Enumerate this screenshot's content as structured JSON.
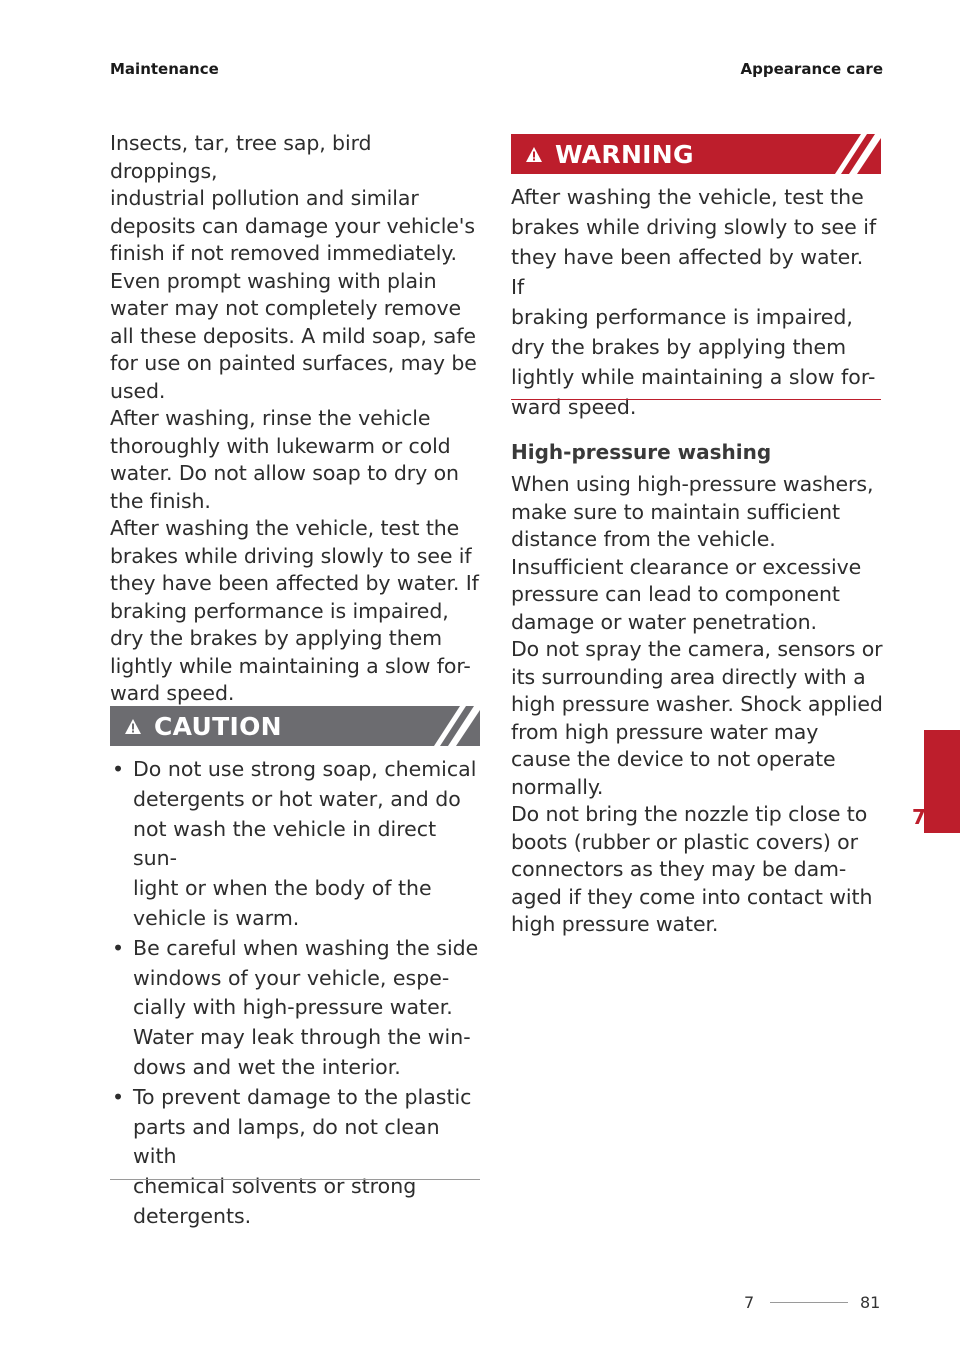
{
  "header": {
    "section": "Maintenance",
    "topic": "Appearance care"
  },
  "left_column": {
    "paragraph": [
      "Insects, tar, tree sap, bird droppings,",
      "industrial pollution and similar",
      "deposits can damage your vehicle's",
      "finish if not removed immediately.",
      "Even prompt washing with plain",
      "water may not completely remove",
      "all these deposits. A mild soap, safe",
      "for use on painted surfaces, may be",
      "used.",
      "After washing, rinse the vehicle",
      "thoroughly with lukewarm or cold",
      "water. Do not allow soap to dry on",
      "the finish.",
      "After washing the vehicle, test the",
      "brakes while driving slowly to see if",
      "they have been affected by water. If",
      "braking performance is impaired,",
      "dry the brakes by applying them",
      "lightly while maintaining a slow for-",
      "ward speed."
    ],
    "caution": {
      "title": "CAUTION",
      "items": [
        [
          "Do not use strong soap, chemical",
          "detergents or hot water, and do",
          "not wash the vehicle in direct sun-",
          "light or when the body of the",
          "vehicle is warm."
        ],
        [
          "Be careful when washing the side",
          "windows of your vehicle, espe-",
          "cially with high-pressure water.",
          "Water may leak through the win-",
          "dows and wet the interior."
        ],
        [
          "To prevent damage to the plastic",
          "parts and lamps, do not clean with",
          "chemical solvents or strong",
          "detergents."
        ]
      ]
    }
  },
  "right_column": {
    "warning": {
      "title": "WARNING",
      "text": [
        "After washing the vehicle, test the",
        "brakes while driving slowly to see if",
        "they have been affected by water. If",
        "braking performance is impaired,",
        "dry the brakes by applying them",
        "lightly while maintaining a slow for-",
        "ward speed."
      ]
    },
    "subheading": "High-pressure washing",
    "paragraph": [
      "When using high-pressure washers,",
      "make sure to maintain sufficient",
      "distance from the vehicle.",
      "Insufficient clearance or excessive",
      "pressure can lead to component",
      "damage or water penetration.",
      "Do not spray the camera, sensors or",
      "its surrounding area directly with a",
      "high pressure washer. Shock applied",
      "from high pressure water may",
      "cause the device to not operate",
      "normally.",
      "Do not bring the nozzle tip close to",
      "boots (rubber or plastic covers) or",
      "connectors as they may be dam-",
      "aged if they come into contact with",
      "high pressure water."
    ]
  },
  "chapter_tab": "7",
  "footer": {
    "chapter": "7",
    "page": "81"
  },
  "colors": {
    "warning_red": "#bd1e2c",
    "caution_gray": "#6c6c70"
  },
  "icons": {
    "caution": "warning-triangle-icon",
    "warning": "warning-triangle-icon"
  }
}
